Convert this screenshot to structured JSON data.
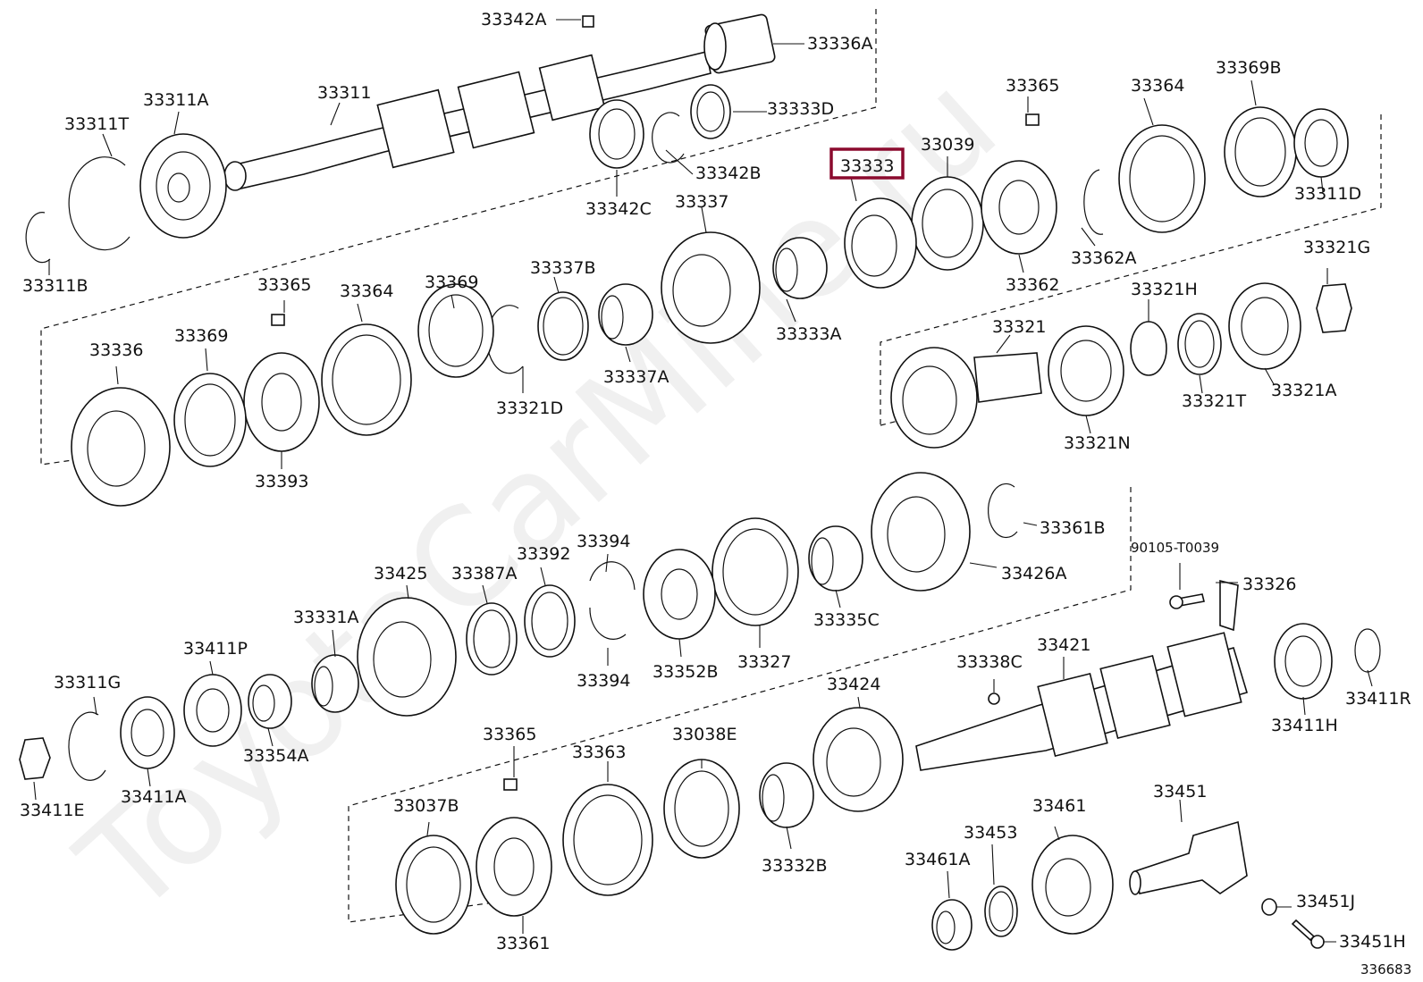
{
  "watermark": "ToyotaCarMine.ru",
  "ref_number": "336683",
  "highlighted_part": "33333",
  "colors": {
    "highlight": "#8b0a2e",
    "line": "#111111",
    "background": "#ffffff"
  },
  "labels": {
    "p33342A": "33342A",
    "p33336A": "33336A",
    "p33333D": "33333D",
    "p33342B": "33342B",
    "p33342C": "33342C",
    "p33311": "33311",
    "p33311A": "33311A",
    "p33311T": "33311T",
    "p33311B": "33311B",
    "p33333": "33333",
    "p33039": "33039",
    "p33365": "33365",
    "p33364": "33364",
    "p33369B": "33369B",
    "p33311D": "33311D",
    "p33362A": "33362A",
    "p33362": "33362",
    "p33337": "33337",
    "p33333A": "33333A",
    "p33337A": "33337A",
    "p33337B": "33337B",
    "p33321D": "33321D",
    "p33369": "33369",
    "p33336": "33336",
    "p33393": "33393",
    "p33321": "33321",
    "p33321N": "33321N",
    "p33321H": "33321H",
    "p33321T": "33321T",
    "p33321A": "33321A",
    "p33321G": "33321G",
    "p33361B": "33361B",
    "p33426A": "33426A",
    "p33335C": "33335C",
    "p33327": "33327",
    "p33352B": "33352B",
    "p33394": "33394",
    "p33392": "33392",
    "p33387A": "33387A",
    "p33425": "33425",
    "p33331A": "33331A",
    "p33411P": "33411P",
    "p33354A": "33354A",
    "p33311G": "33311G",
    "p33411A": "33411A",
    "p33411E": "33411E",
    "p90105": "90105-T0039",
    "p33326": "33326",
    "p33421": "33421",
    "p33338C": "33338C",
    "p33411H": "33411H",
    "p33411R": "33411R",
    "p33424": "33424",
    "p33332B": "33332B",
    "p33038E": "33038E",
    "p33363": "33363",
    "p33037B": "33037B",
    "p33361": "33361",
    "p33461A": "33461A",
    "p33453": "33453",
    "p33461": "33461",
    "p33451": "33451",
    "p33451J": "33451J",
    "p33451H": "33451H"
  }
}
